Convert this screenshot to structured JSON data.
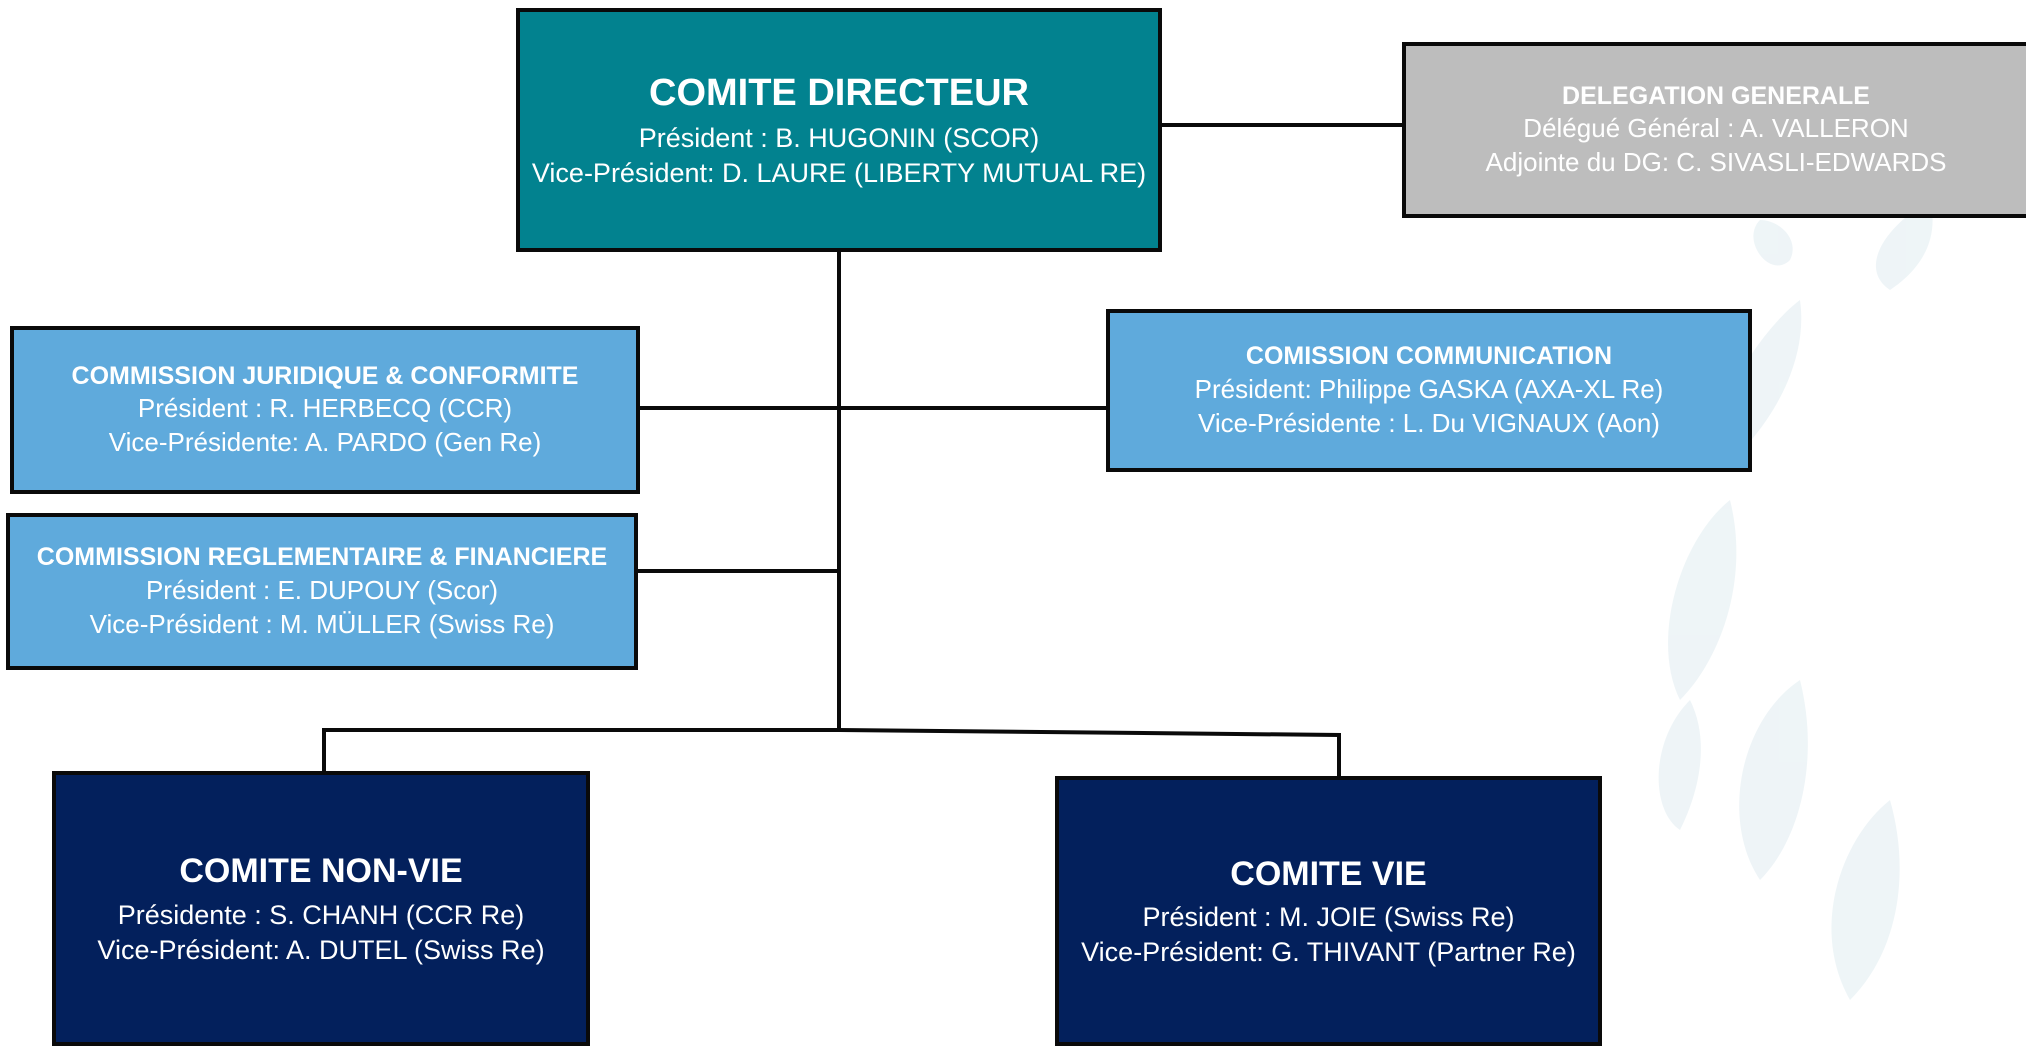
{
  "comite_directeur": {
    "title": "COMITE DIRECTEUR",
    "president": "Président :  B. HUGONIN (SCOR)",
    "vice_president": "Vice-Président:  D. LAURE (LIBERTY MUTUAL RE)"
  },
  "delegation_generale": {
    "title": "DELEGATION GENERALE",
    "delegue": "Délégué Général : A. VALLERON",
    "adjointe": "Adjointe du DG: C. SIVASLI-EDWARDS"
  },
  "commission_juridique": {
    "title": "COMMISSION JURIDIQUE & CONFORMITE",
    "president": "Président : R. HERBECQ  (CCR)",
    "vice_president": "Vice-Présidente: A. PARDO (Gen Re)"
  },
  "commission_communication": {
    "title": "COMISSION COMMUNICATION",
    "president": "Président: Philippe GASKA (AXA-XL Re)",
    "vice_president": "Vice-Présidente : L. Du VIGNAUX (Aon)"
  },
  "commission_reglementaire": {
    "title": "COMMISSION REGLEMENTAIRE & FINANCIERE",
    "president": "Président : E. DUPOUY (Scor)",
    "vice_president": "Vice-Président : M. MÜLLER (Swiss Re)"
  },
  "comite_non_vie": {
    "title": "COMITE NON-VIE",
    "president": "Présidente : S. CHANH (CCR Re)",
    "vice_president": "Vice-Président:  A. DUTEL (Swiss Re)"
  },
  "comite_vie": {
    "title": "COMITE VIE",
    "president": "Président : M. JOIE (Swiss Re)",
    "vice_president": "Vice-Président:  G. THIVANT (Partner Re)"
  },
  "colors": {
    "comite_directeur": "#02828f",
    "delegation_generale": "#bdbdbd",
    "commission": "#5faadc",
    "comite": "#03205c",
    "connector": "#0a0a0a"
  }
}
